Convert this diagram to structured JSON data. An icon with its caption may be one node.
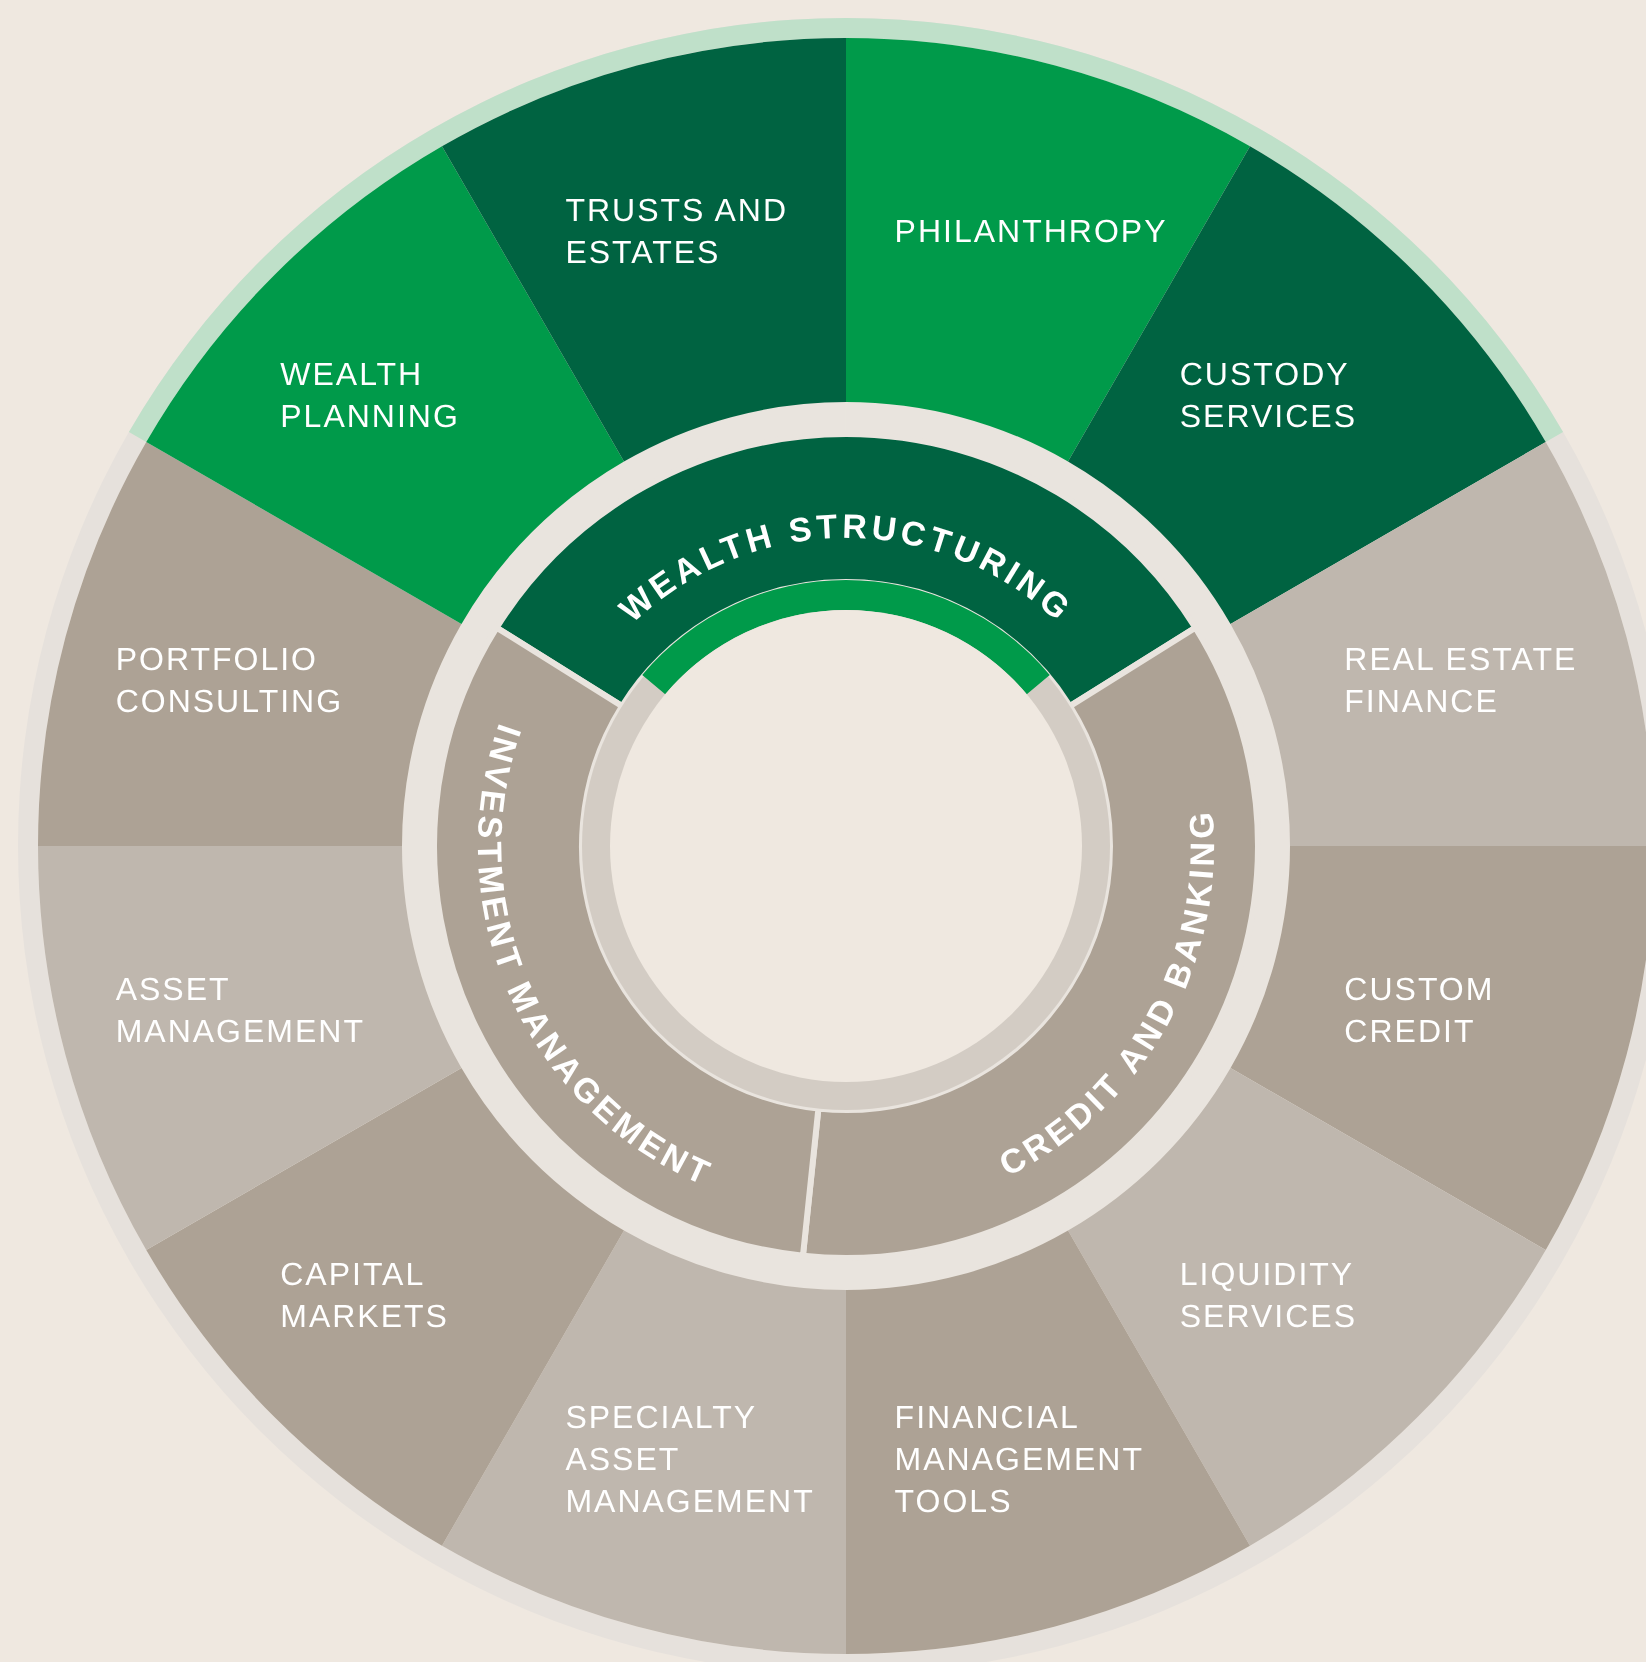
{
  "diagram": {
    "nodes": [
      {
        "text": [
          "WEALTH STRUCTURING"
        ]
      },
      {
        "text": [
          "CREDIT AND BANKING"
        ]
      },
      {
        "text": [
          "INVESTMENT MANAGEMENT"
        ]
      },
      {
        "text": [
          "PHILANTHROPY"
        ]
      },
      {
        "text": [
          "CUSTODY SERVICES"
        ]
      },
      {
        "text": [
          "REAL ESTATE FINANCE"
        ]
      },
      {
        "text": [
          "CUSTOM CREDIT"
        ]
      },
      {
        "text": [
          "LIQUIDITY SERVICES"
        ]
      },
      {
        "text": [
          "FINANCIAL MANAGEMENT TOOLS"
        ]
      },
      {
        "text": [
          "SPECIALTY ASSET MANAGEMENT"
        ]
      },
      {
        "text": [
          "CAPITAL MARKETS"
        ]
      },
      {
        "text": [
          "ASSET MANAGEMENT"
        ]
      },
      {
        "text": [
          "PORTFOLIO CONSULTING"
        ]
      },
      {
        "text": [
          "WEALTH PLANNING"
        ]
      },
      {
        "text": [
          "TRUSTS AND ESTATES"
        ]
      }
    ]
  }
}
